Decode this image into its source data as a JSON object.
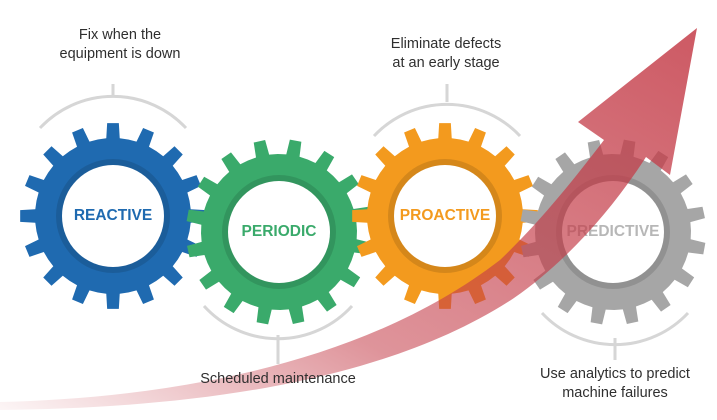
{
  "stages": [
    {
      "label": "REACTIVE",
      "caption": "Fix when the\nequipment is down",
      "color": "#1f6ab0",
      "text_color": "#1f6ab0"
    },
    {
      "label": "PERIODIC",
      "caption": "Scheduled maintenance",
      "color": "#3aaa6b",
      "text_color": "#3aaa6b"
    },
    {
      "label": "PROACTIVE",
      "caption": "Eliminate defects\nat an early stage",
      "color": "#f39a1e",
      "text_color": "#f39a1e"
    },
    {
      "label": "PREDICTIVE",
      "caption": "Use analytics to predict\nmachine failures",
      "color": "#a6a6a6",
      "text_color": "#b7b7b7"
    }
  ],
  "arrow_color": "#c43c48"
}
